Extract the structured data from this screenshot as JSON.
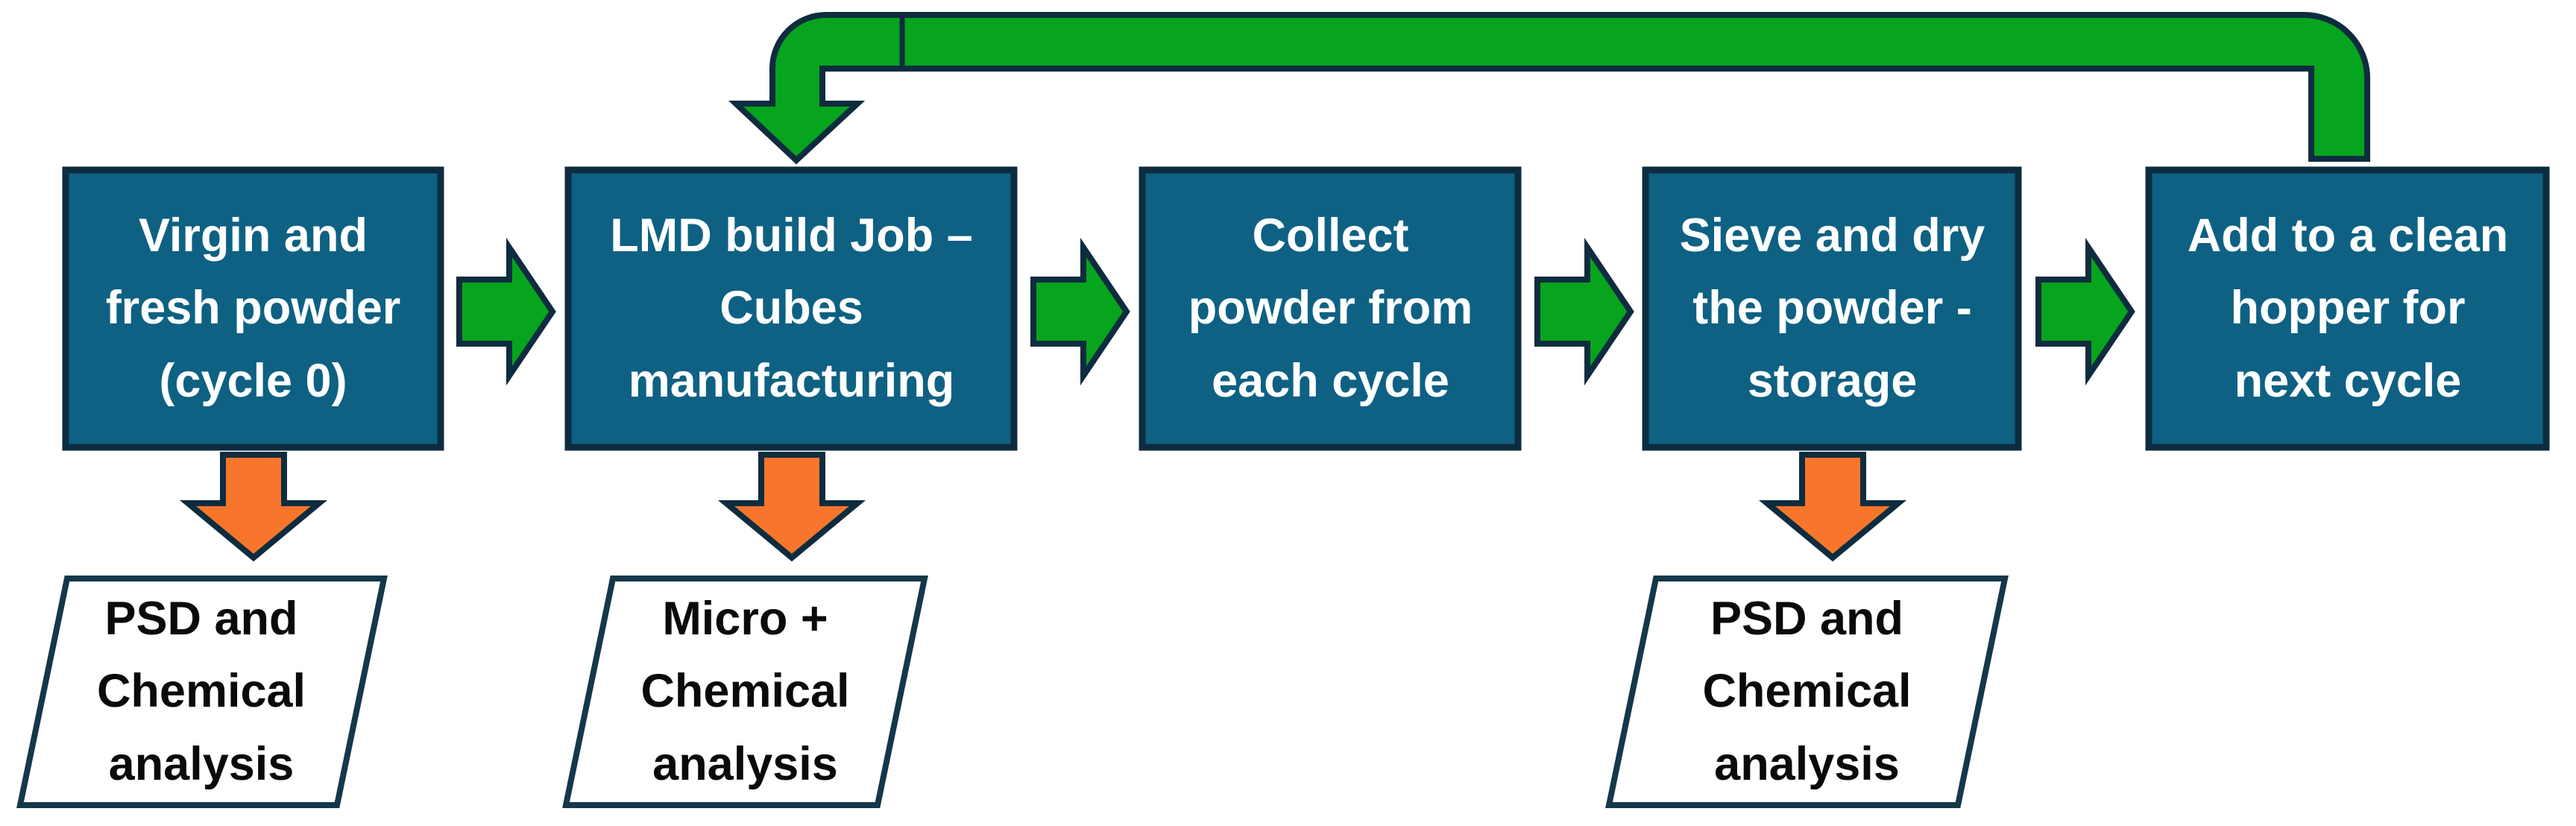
{
  "diagram": {
    "process_steps": [
      {
        "id": "virgin-powder",
        "label": "Virgin and\nfresh powder\n(cycle 0)"
      },
      {
        "id": "lmd-build-job",
        "label": "LMD build Job –\nCubes\nmanufacturing"
      },
      {
        "id": "collect-powder",
        "label": "Collect\npowder from\neach cycle"
      },
      {
        "id": "sieve-dry",
        "label": "Sieve and dry\nthe powder -\nstorage"
      },
      {
        "id": "add-hopper",
        "label": "Add to a clean\nhopper for\nnext cycle"
      }
    ],
    "analysis_steps": [
      {
        "id": "analysis-cycle0",
        "label": "PSD and\nChemical\nanalysis"
      },
      {
        "id": "analysis-build",
        "label": "Micro +\nChemical\nanalysis"
      },
      {
        "id": "analysis-sieved",
        "label": "PSD and\nChemical\nanalysis"
      }
    ],
    "colors": {
      "step_fill": "#0E6183",
      "step_border": "#0E2C3F",
      "step_text": "#FFFFFF",
      "flow_green": "#07A41D",
      "analysis_orange": "#F8762B",
      "shape_outline": "#0E2C3F",
      "analysis_fill": "#FFFFFF",
      "analysis_border": "#14384A",
      "analysis_text": "#0A0A0A",
      "background": "#FFFFFF"
    }
  }
}
